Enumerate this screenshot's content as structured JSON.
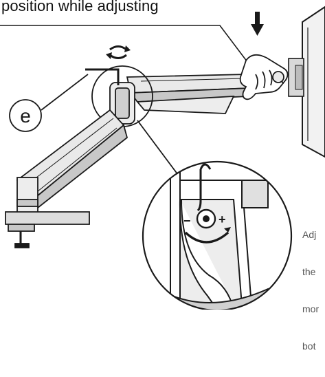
{
  "heading": "position while adjusting",
  "callout_label": "e",
  "side_note_lines": [
    "Adj",
    "the",
    "mor",
    "bot"
  ],
  "detail_minus": "−",
  "detail_plus": "+",
  "icons": {
    "rotate": "rotate-arrows-icon",
    "press": "down-arrow-icon",
    "hex_key": "hex-key-icon"
  },
  "colors": {
    "line": "#1a1a1a",
    "fill_light": "#e9e9e9",
    "fill_mid": "#c8c8c8",
    "text_note": "#555555"
  }
}
